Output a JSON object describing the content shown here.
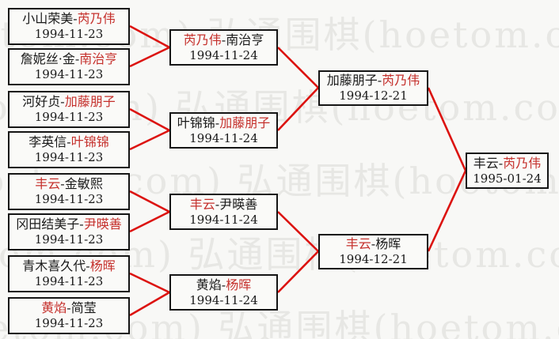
{
  "watermark": {
    "text": "弘通围棋(hoetom.com)",
    "tile": "弘通围棋(hoetom.com)  弘通围棋(hoetom.com)  弘通围棋(hoetom.com)",
    "color": "#e7e7e4"
  },
  "colors": {
    "background": "#f8f8f6",
    "box_border": "#151515",
    "connector_line": "#dc1310",
    "winner_text": "#c5302c",
    "loser_text": "#1a1a1a"
  },
  "rounds": [
    {
      "label": "round-1",
      "matches": [
        {
          "pre": "小山荣美-",
          "winner": "芮乃伟",
          "post": "",
          "date": "1994-11-23"
        },
        {
          "pre": "詹妮丝·金-",
          "winner": "南治亨",
          "post": "",
          "date": "1994-11-23"
        },
        {
          "pre": "河好贞-",
          "winner": "加藤朋子",
          "post": "",
          "date": "1994-11-23"
        },
        {
          "pre": "李英信-",
          "winner": "叶锦锦",
          "post": "",
          "date": "1994-11-23"
        },
        {
          "pre": "",
          "winner": "丰云",
          "post": "-金敏熙",
          "date": "1994-11-23"
        },
        {
          "pre": "冈田结美子-",
          "winner": "尹暎善",
          "post": "",
          "date": "1994-11-23"
        },
        {
          "pre": "青木喜久代-",
          "winner": "杨晖",
          "post": "",
          "date": "1994-11-23"
        },
        {
          "pre": "",
          "winner": "黄焰",
          "post": "-简莹",
          "date": "1994-11-23"
        }
      ]
    },
    {
      "label": "round-2",
      "matches": [
        {
          "pre": "",
          "winner": "芮乃伟",
          "post": "-南治亨",
          "date": "1994-11-24"
        },
        {
          "pre": "叶锦锦-",
          "winner": "加藤朋子",
          "post": "",
          "date": "1994-11-24"
        },
        {
          "pre": "",
          "winner": "丰云",
          "post": "-尹暎善",
          "date": "1994-11-24"
        },
        {
          "pre": "黄焰-",
          "winner": "杨晖",
          "post": "",
          "date": "1994-11-24"
        }
      ]
    },
    {
      "label": "semifinals",
      "matches": [
        {
          "pre": "加藤朋子-",
          "winner": "芮乃伟",
          "post": "",
          "date": "1994-12-21"
        },
        {
          "pre": "",
          "winner": "丰云",
          "post": "-杨晖",
          "date": "1994-12-21"
        }
      ]
    },
    {
      "label": "final",
      "matches": [
        {
          "pre": "丰云-",
          "winner": "芮乃伟",
          "post": "",
          "date": "1995-01-24"
        }
      ]
    }
  ]
}
